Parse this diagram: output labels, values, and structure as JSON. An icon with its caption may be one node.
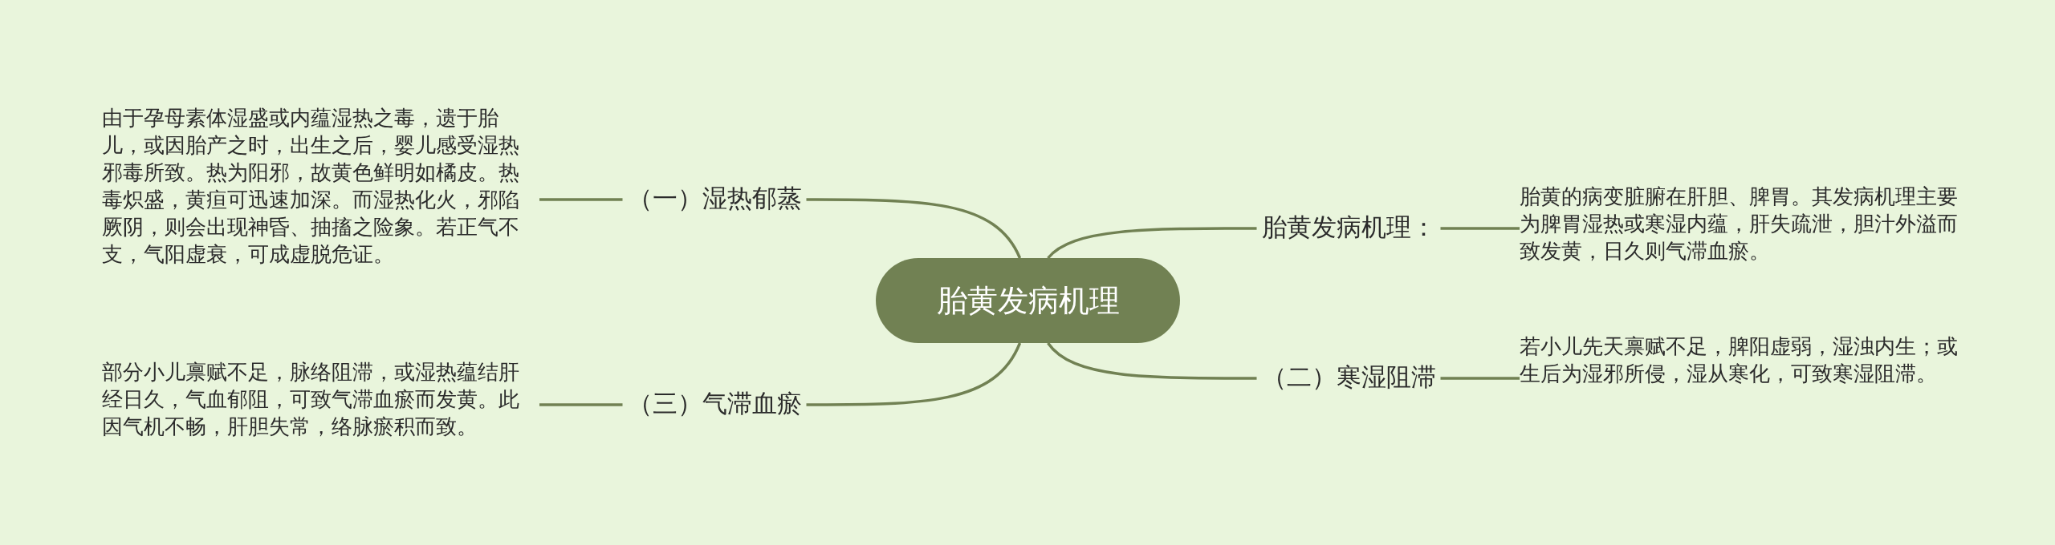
{
  "diagram": {
    "nodes": [
      {
        "text": [
          "胎黄发病机理"
        ]
      },
      {
        "text": [
          "（一）湿热郁蒸"
        ]
      },
      {
        "text": [
          "由于孕母素体湿盛或内蕴湿热之毒，遗于胎儿，或因胎产之时，出生之后，婴儿感受湿热邪毒所致。热为阳邪，故黄色鲜明如橘皮。热毒炽盛，黄疸可迅速加深。而湿热化火，邪陷厥阴，则会出现神昏、抽搐之险象。若正气不支，气阳虚衰，可成虚脱危证。"
        ]
      },
      {
        "text": [
          "（三）气滞血瘀"
        ]
      },
      {
        "text": [
          "部分小儿禀赋不足，脉络阻滞，或湿热蕴结肝经日久，气血郁阻，可致气滞血瘀而发黄。此因气机不畅，肝胆失常，络脉瘀积而致。"
        ]
      },
      {
        "text": [
          "胎黄发病机理："
        ]
      },
      {
        "text": [
          "胎黄的病变脏腑在肝胆、脾胃。其发病机理主要为脾胃湿热或寒湿内蕴，肝失疏泄，胆汁外溢而致发黄，日久则气滞血瘀。"
        ]
      },
      {
        "text": [
          "（二）寒湿阻滞"
        ]
      },
      {
        "text": [
          "若小儿先天禀赋不足，脾阳虚弱，湿浊内生；或生后为湿邪所侵，湿从寒化，可致寒湿阻滞。"
        ]
      }
    ],
    "edges": [
      {
        "from": 0,
        "to": 1,
        "arrow": "none"
      },
      {
        "from": 1,
        "to": 2,
        "arrow": "none"
      },
      {
        "from": 0,
        "to": 3,
        "arrow": "none"
      },
      {
        "from": 3,
        "to": 4,
        "arrow": "none"
      },
      {
        "from": 0,
        "to": 5,
        "arrow": "none"
      },
      {
        "from": 5,
        "to": 6,
        "arrow": "none"
      },
      {
        "from": 0,
        "to": 7,
        "arrow": "none"
      },
      {
        "from": 7,
        "to": 8,
        "arrow": "none"
      }
    ]
  }
}
